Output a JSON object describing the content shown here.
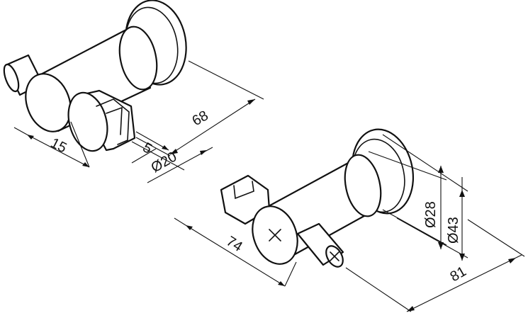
{
  "dimensions": {
    "front_view": {
      "width_15": "15",
      "gap_5": "5",
      "diameter_20": "Ø20",
      "length_68": "68"
    },
    "rear_view": {
      "length_74": "74",
      "diameter_28": "Ø28",
      "diameter_43": "Ø43",
      "length_81": "81"
    }
  },
  "colors": {
    "line": "#111111",
    "background": "#ffffff"
  }
}
